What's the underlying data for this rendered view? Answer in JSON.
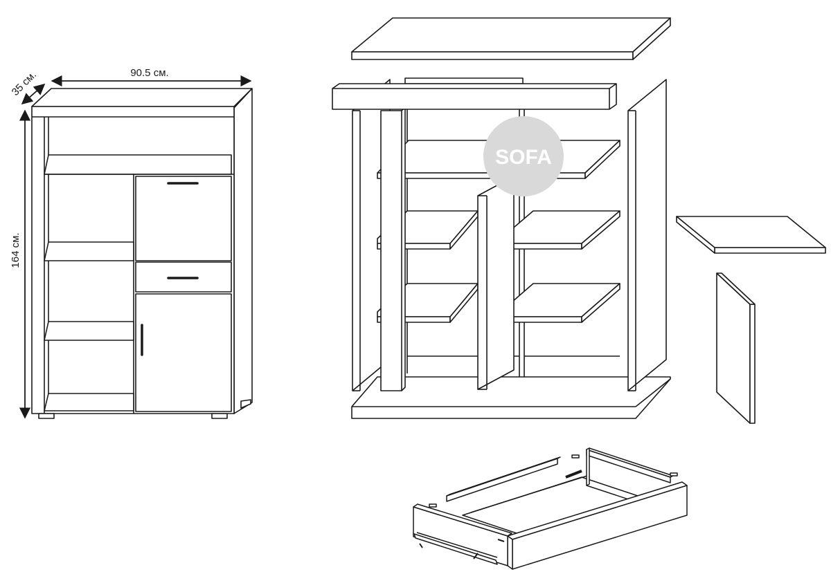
{
  "dimensions": {
    "width_label": "90.5 см.",
    "depth_label": "35 см.",
    "height_label": "164 см."
  },
  "watermark": {
    "text": "SOFA"
  },
  "colors": {
    "line": "#1a1a1a",
    "background": "#ffffff",
    "watermark": "#d9d9d9"
  }
}
